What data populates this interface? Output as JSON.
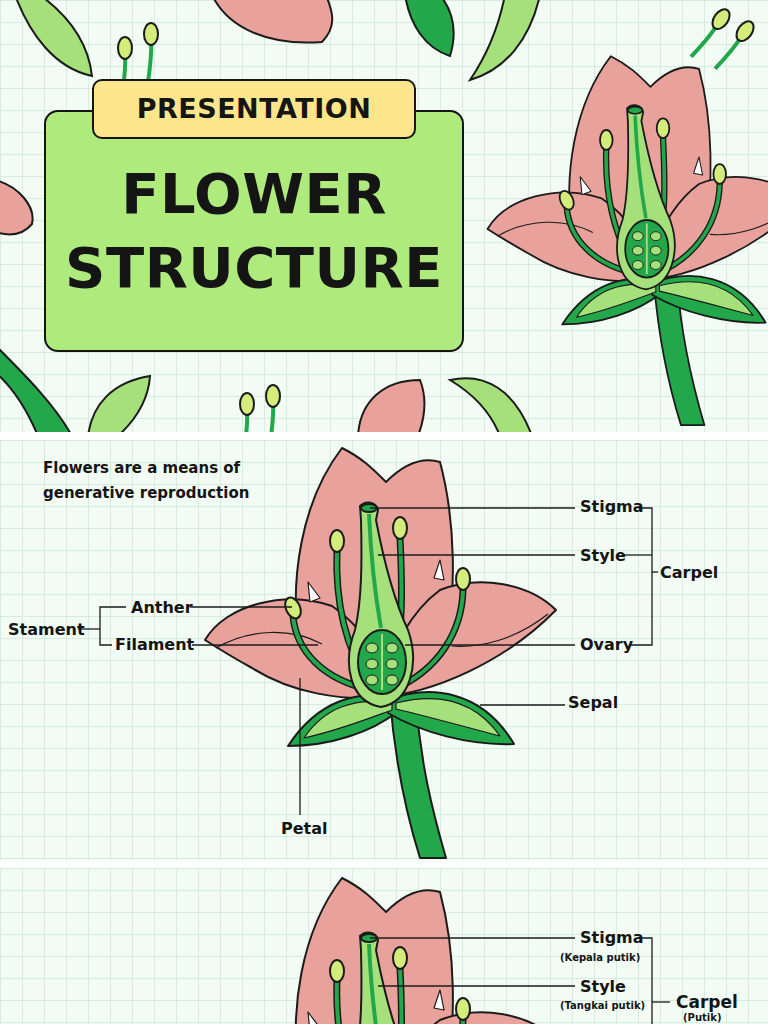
{
  "diagram": {
    "nodes": [
      {
        "text": [
          "PRESENTATION"
        ]
      },
      {
        "text": [
          "FLOWER STRUCTURE"
        ]
      }
    ],
    "labels": [
      "Flowers are a means of generative reproduction",
      "Stigma",
      "Style",
      "Carpel",
      "Stament",
      "Anther",
      "Filament",
      "Ovary",
      "Sepal",
      "Petal",
      "Stigma",
      "(Kepala putik)",
      "Style",
      "(Tangkai putik)",
      "Carpel",
      "(Putik)"
    ]
  }
}
